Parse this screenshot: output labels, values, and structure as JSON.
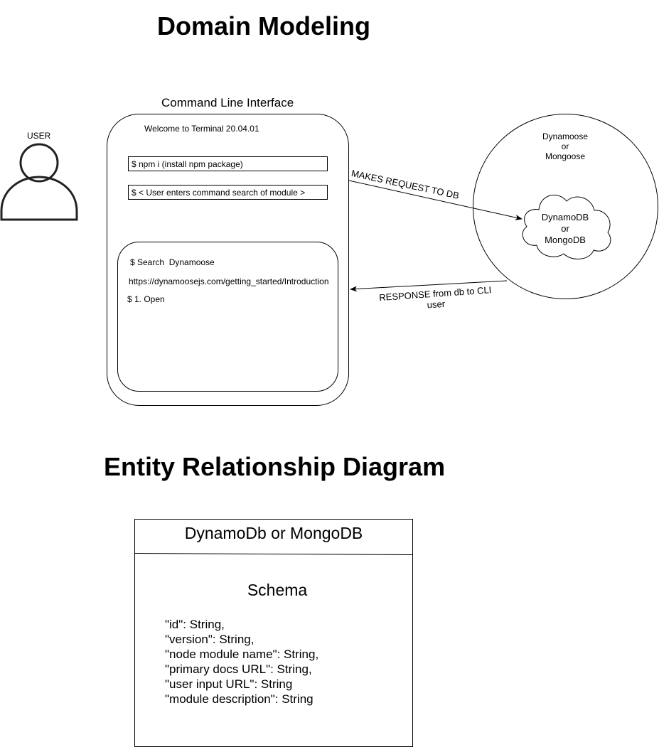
{
  "domain_modeling": {
    "title": "Domain Modeling",
    "user_label": "USER",
    "cli": {
      "heading": "Command Line Interface",
      "welcome": "Welcome to Terminal 20.04.01",
      "command_1": "$ npm i (install npm package)",
      "command_2": "$ < User enters command search of module >",
      "output": {
        "search_line": "$ Search  Dynamoose",
        "url_line": "https://dynamoosejs.com/getting_started/Introduction",
        "open_line": "$ 1. Open"
      }
    },
    "odm": {
      "label_line_1": "Dynamoose",
      "label_line_2": "or",
      "label_line_3": "Mongoose",
      "database": {
        "line_1": "DynamoDB",
        "line_2": "or",
        "line_3": "MongoDB"
      }
    },
    "arrows": {
      "request_label": "MAKES REQUEST TO DB",
      "response_label_line_1": "RESPONSE from db to CLI",
      "response_label_line_2": "user"
    }
  },
  "erd": {
    "title": "Entity Relationship Diagram",
    "entity_name": "DynamoDb or MongoDB",
    "schema_heading": "Schema",
    "fields": [
      "\"id\": String,",
      "\"version\": String,",
      "\"node module name\": String,",
      "\"primary docs URL\": String,",
      "\"user input URL\": String",
      "\"module description\": String"
    ]
  }
}
